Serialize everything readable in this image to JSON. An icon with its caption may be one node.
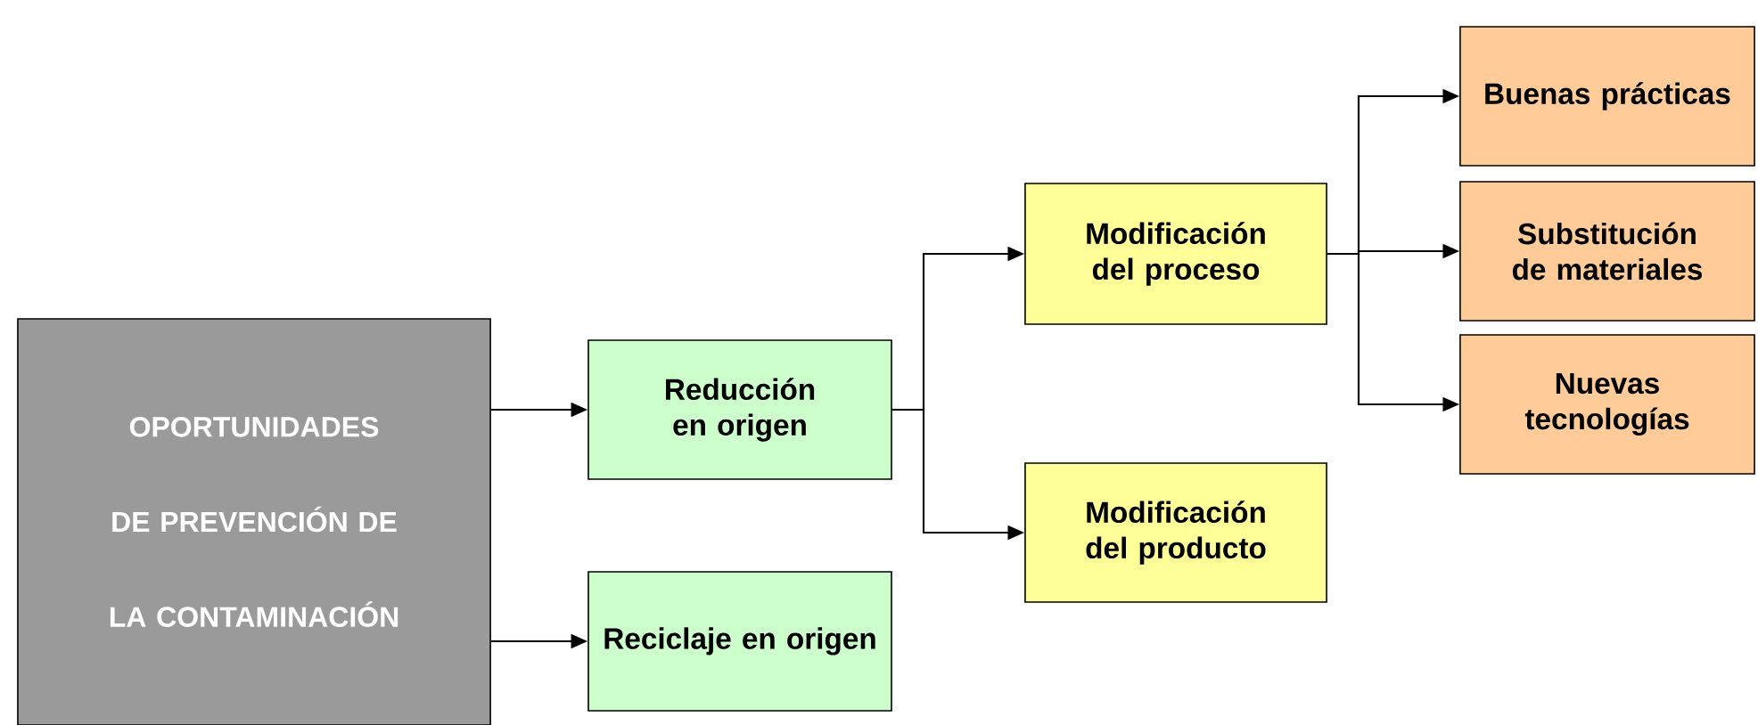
{
  "diagram": {
    "nodes": [
      {
        "text": [
          "OPORTUNIDADES DE PREVENCIÓN DE LA CONTAMINACIÓN"
        ]
      },
      {
        "text": [
          "Reducción en origen"
        ]
      },
      {
        "text": [
          "Reciclaje en origen"
        ]
      },
      {
        "text": [
          "Modificación del proceso"
        ]
      },
      {
        "text": [
          "Modificación del producto"
        ]
      },
      {
        "text": [
          "Buenas prácticas"
        ]
      },
      {
        "text": [
          "Substitución de materiales"
        ]
      },
      {
        "text": [
          "Nuevas tecnologías"
        ]
      }
    ],
    "edges": [
      {
        "from": 0,
        "to": 1,
        "arrow": "to"
      },
      {
        "from": 0,
        "to": 2,
        "arrow": "to"
      },
      {
        "from": 1,
        "to": 3,
        "arrow": "to"
      },
      {
        "from": 1,
        "to": 4,
        "arrow": "to"
      },
      {
        "from": 3,
        "to": 5,
        "arrow": "to"
      },
      {
        "from": 3,
        "to": 6,
        "arrow": "to"
      },
      {
        "from": 3,
        "to": 7,
        "arrow": "to"
      }
    ]
  }
}
